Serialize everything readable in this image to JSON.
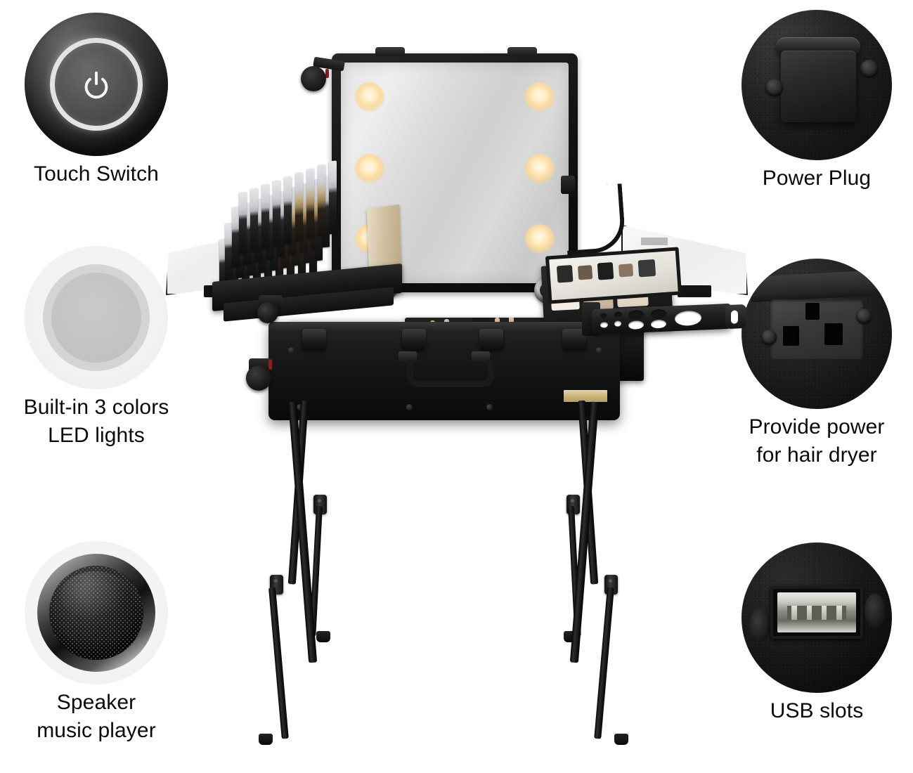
{
  "page": {
    "type": "product-feature-infographic",
    "background_color": "#ffffff",
    "text_color": "#0a0a0a",
    "product": "Rolling makeup train case with lighted mirror and stand"
  },
  "callouts": {
    "left": [
      {
        "id": "touch-switch",
        "label": "Touch Switch",
        "icon": "power-button-icon",
        "badge_style": "dark-glossy-circle",
        "colors": {
          "base": "#2e2e2e",
          "ring": "#f0f0f0"
        }
      },
      {
        "id": "led-lights",
        "label": "Built-in 3 colors\nLED lights",
        "icon": "led-light-icon",
        "badge_style": "light-grey-circle",
        "colors": {
          "base": "#f2f2f2",
          "ring": "#d4d4d4",
          "inner": "#c4c4c4"
        }
      },
      {
        "id": "speaker",
        "label": "Speaker\nmusic player",
        "icon": "speaker-icon",
        "badge_style": "chrome-ring-mesh-cone",
        "colors": {
          "base": "#f2f2f2",
          "cone": "#0a0a0a",
          "chrome": "#8f8f8f"
        }
      }
    ],
    "right": [
      {
        "id": "power-plug",
        "label": "Power Plug",
        "icon": "power-plug-icon",
        "badge_style": "textured-black-photo",
        "colors": {
          "base": "#1a1a1a"
        }
      },
      {
        "id": "hair-dryer-power",
        "label": "Provide power\nfor hair dryer",
        "icon": "ac-socket-icon",
        "badge_style": "textured-black-photo",
        "colors": {
          "base": "#1d1d1d",
          "plate": "#3a3a3a"
        }
      },
      {
        "id": "usb-slots",
        "label": "USB slots",
        "icon": "usb-port-icon",
        "badge_style": "textured-black-photo",
        "colors": {
          "base": "#111111",
          "contact": "#d8d8d2"
        }
      }
    ]
  },
  "product_view": {
    "mirror": {
      "name": "lighted-vanity-mirror",
      "bulb_count": 6,
      "bulbs_per_side": 3,
      "bulb_color": "#ffeec8",
      "glass_color": "#dcdcdc",
      "frame_color": "#141414"
    },
    "lid_speakers": {
      "name": "lid-speaker",
      "count": 2
    },
    "power_cord": {
      "name": "power-cord",
      "color": "#141414"
    },
    "wing_mirrors": {
      "name": "side-wing-mirror",
      "count": 2
    },
    "brush_rack": {
      "name": "brush-and-liner-rack",
      "pencil_rows": 4,
      "pencil_columns": 9
    },
    "trays": {
      "name": "cosmetic-trays",
      "brush_cups": 2,
      "sponges": [
        "#f2c07a",
        "#b9d68a",
        "#8fd0c8",
        "#f4a9c0",
        "#f0e4c8"
      ]
    },
    "palette_drawer": {
      "name": "eyeshadow-palette-drawer"
    },
    "case_body": {
      "name": "rolling-case-body",
      "color": "#141414",
      "handle": "carry-handle",
      "latches": 4,
      "name_plate_color": "#cdb87e"
    },
    "wheels": {
      "name": "caster-wheel",
      "count": 2
    },
    "tool_shelf": {
      "name": "hair-tool-holder-shelf",
      "hole_count": 9
    },
    "legs": {
      "name": "telescoping-leg",
      "count": 4,
      "clamps_per_leg": 1,
      "color": "#0d0d0d"
    }
  }
}
